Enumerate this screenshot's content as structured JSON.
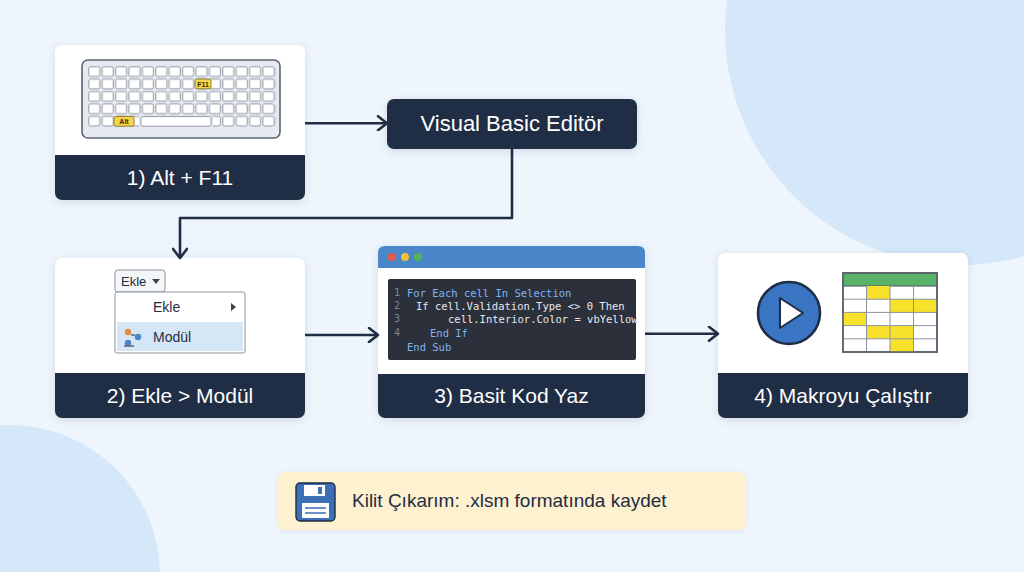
{
  "diagram": {
    "nodes": [
      {
        "text": [
          "1) Alt + F11"
        ]
      },
      {
        "text": [
          "Visual Basic Editör"
        ]
      },
      {
        "text": [
          "2) Ekle > Modül"
        ]
      },
      {
        "text": [
          "3) Basit Kod Yaz"
        ]
      },
      {
        "text": [
          "4) Makroyu Çalıştır"
        ]
      },
      {
        "text": [
          "Kilit Çıkarım: .xlsm formatında kaydet"
        ]
      }
    ],
    "edges": [
      {
        "from": 0,
        "to": 1,
        "arrow": "to"
      },
      {
        "from": 1,
        "to": 2,
        "arrow": "to"
      },
      {
        "from": 2,
        "to": 3,
        "arrow": "to"
      },
      {
        "from": 3,
        "to": 4,
        "arrow": "to"
      }
    ],
    "labels": [
      "F11",
      "Alt",
      "Ekle",
      "Ekle",
      "Modül",
      "1",
      "2",
      "3",
      "4",
      "For Each cell In Selection",
      "If cell.Validation.Type <> 0 Then",
      "cell.Interior.Color = vbYellow",
      "End If",
      "End Sub"
    ]
  }
}
